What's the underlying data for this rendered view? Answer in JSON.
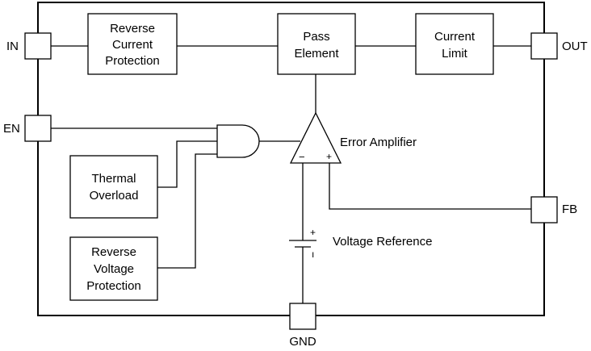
{
  "pins": {
    "in": "IN",
    "out": "OUT",
    "en": "EN",
    "fb": "FB",
    "gnd": "GND"
  },
  "blocks": {
    "reverse_current": [
      "Reverse",
      "Current",
      "Protection"
    ],
    "pass_element": [
      "Pass",
      "Element"
    ],
    "current_limit": [
      "Current",
      "Limit"
    ],
    "thermal_overload": [
      "Thermal",
      "Overload"
    ],
    "reverse_voltage": [
      "Reverse",
      "Voltage",
      "Protection"
    ]
  },
  "labels": {
    "error_amplifier": "Error Amplifier",
    "voltage_reference": "Voltage Reference",
    "minus": "−",
    "plus": "+",
    "ref_plus": "+",
    "ref_minus": "ı"
  }
}
